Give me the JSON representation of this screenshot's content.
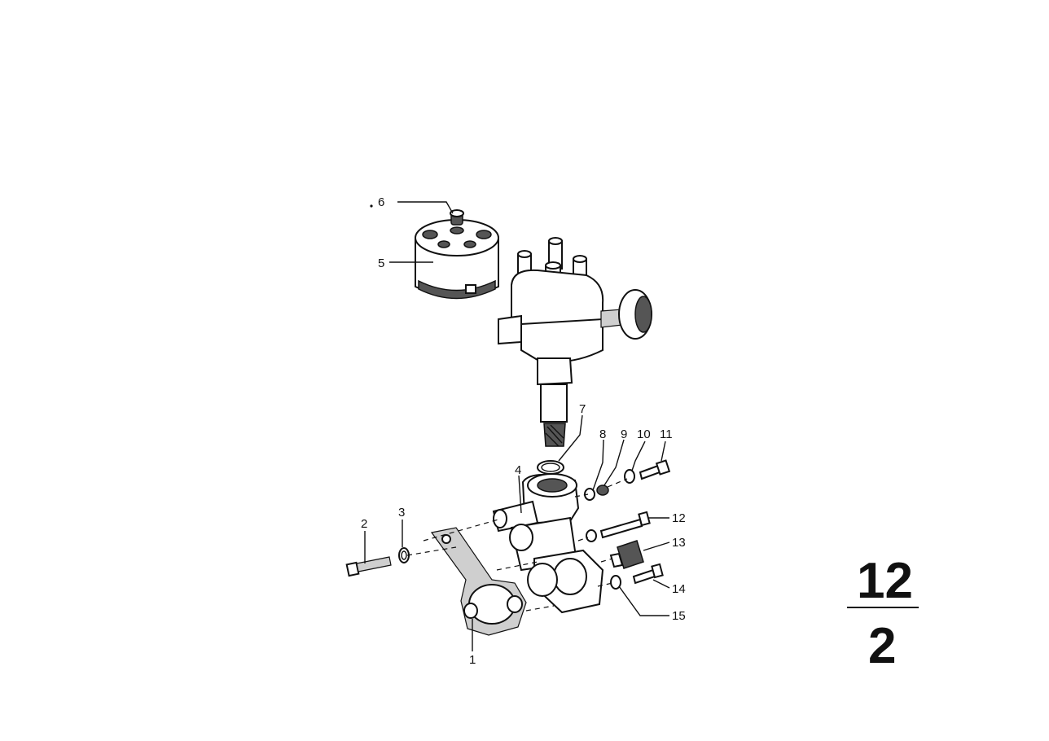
{
  "callouts": [
    "1",
    "2",
    "3",
    "4",
    "5",
    "6",
    "7",
    "8",
    "9",
    "10",
    "11",
    "12",
    "13",
    "14",
    "15"
  ],
  "group": {
    "numerator": "12",
    "denominator": "2"
  }
}
